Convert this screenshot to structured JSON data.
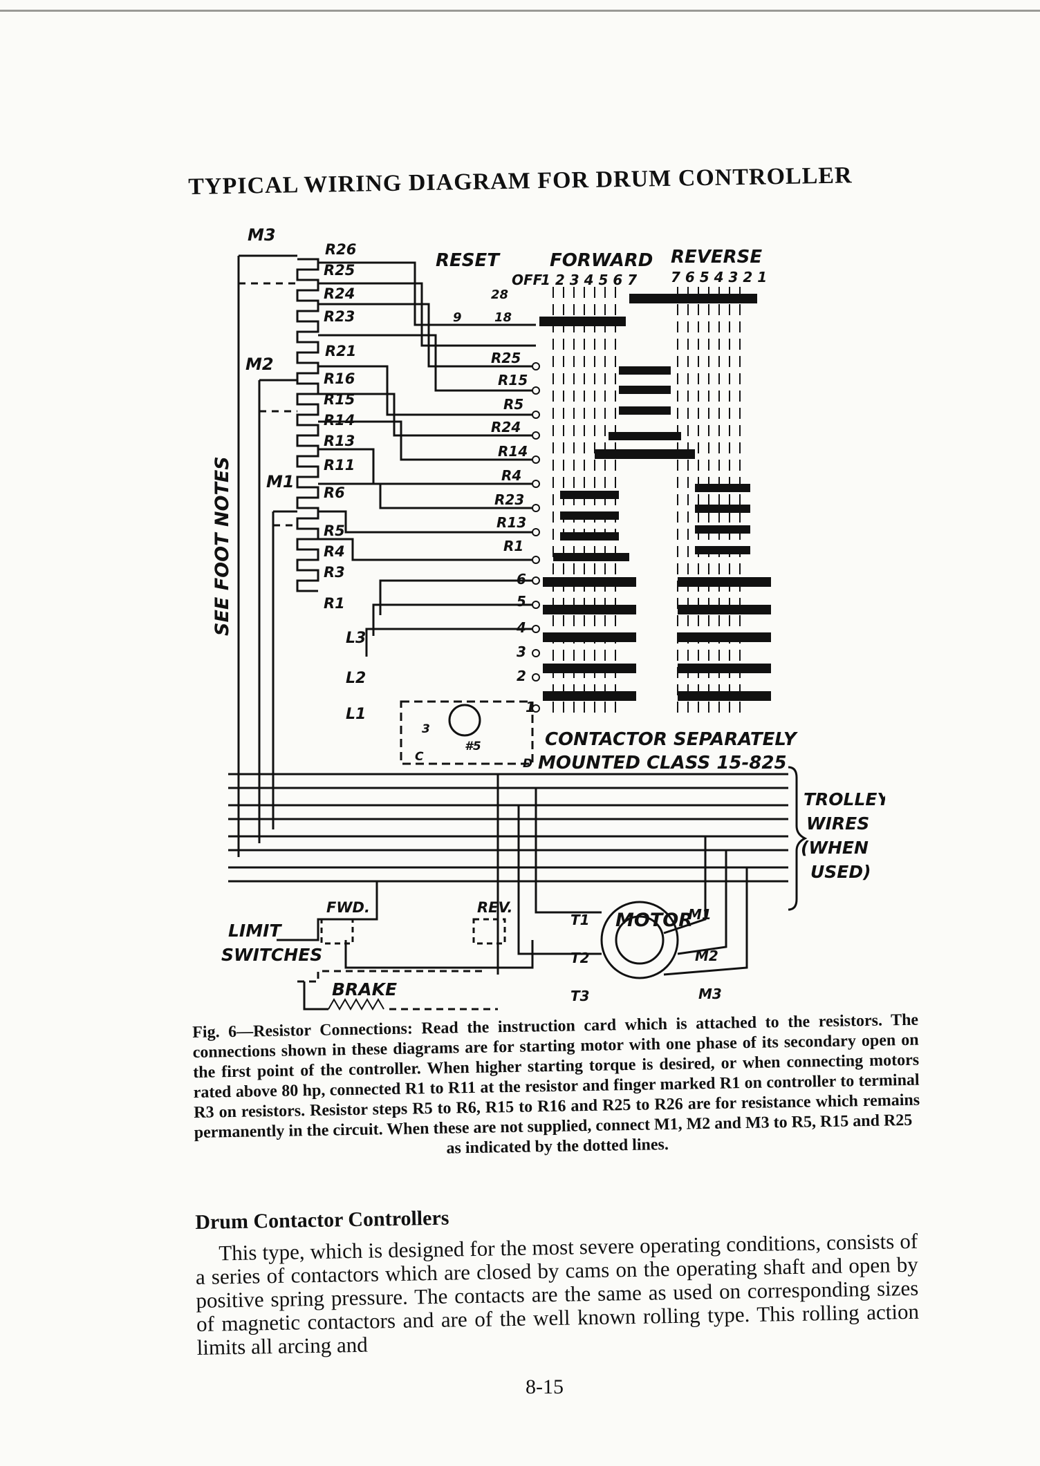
{
  "title": "TYPICAL WIRING DIAGRAM FOR DRUM CONTROLLER",
  "diagram": {
    "motor_phase_labels": [
      "M3",
      "M2",
      "M1"
    ],
    "resistor_labels": [
      "R26",
      "R25",
      "R24",
      "R23",
      "R21",
      "R16",
      "R15",
      "R14",
      "R13",
      "R11",
      "R6",
      "R5",
      "R4",
      "R3",
      "R1"
    ],
    "line_labels": [
      "L3",
      "L2",
      "L1"
    ],
    "side_note": "SEE FOOT NOTES",
    "reset_label": "RESET",
    "forward_label": "FORWARD",
    "reverse_label": "REVERSE",
    "off_label": "OFF",
    "forward_positions": "1 2 3 4 5 6 7",
    "reverse_positions": "7 6 5 4 3 2 1",
    "finger_labels": [
      "R25",
      "R15",
      "R5",
      "R24",
      "R14",
      "R4",
      "R23",
      "R13",
      "R1",
      "6",
      "5",
      "4",
      "3",
      "2",
      "1"
    ],
    "reset_numbers": [
      "28",
      "9",
      "18"
    ],
    "contactor_label_1": "CONTACTOR SEPARATELY",
    "contactor_label_2": "MOUNTED CLASS 15-825",
    "contactor_marks": [
      "3",
      "#5",
      "C",
      "D"
    ],
    "trolley_label": [
      "TROLLEY",
      "WIRES",
      "(WHEN",
      "USED)"
    ],
    "fwd_label": "FWD.",
    "rev_label": "REV.",
    "limit_label_1": "LIMIT",
    "limit_label_2": "SWITCHES",
    "brake_label": "BRAKE",
    "motor_label": "MOTOR",
    "motor_terminals": [
      "T1",
      "T2",
      "T3"
    ],
    "motor_m_terminals": [
      "M1",
      "M2",
      "M3"
    ]
  },
  "caption": {
    "text": "Fig. 6—Resistor Connections: Read the instruction card which is attached to the resistors. The connections shown in these diagrams are for starting motor with one phase of its secondary open on the first point of the controller. When higher starting torque is desired, or when connecting motors rated above 80 hp, connected R1 to R11 at the resistor and finger marked R1 on controller to terminal R3 on resistors. Resistor steps R5 to R6, R15 to R16 and R25 to R26 are for resistance which remains permanently in the circuit. When these are not supplied, connect M1, M2 and M3 to R5, R15 and R25",
    "last_line": "as indicated by the dotted lines."
  },
  "section_title": "Drum Contactor Controllers",
  "body_text": "This type, which is designed for the most severe operating conditions, consists of a series of contactors which are closed by cams on the operating shaft and open by positive spring pressure. The contacts are the same as used on corresponding sizes of magnetic contactors and are of the well known rolling type. This rolling action limits all arcing and",
  "page_number": "8-15"
}
